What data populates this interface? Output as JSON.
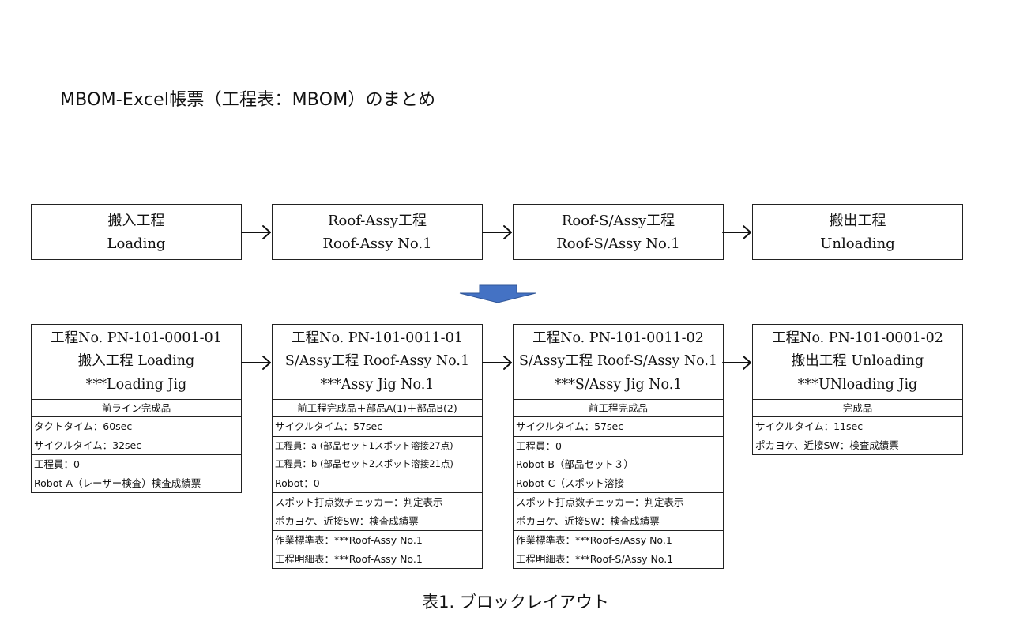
{
  "title": "MBOM-Excel帳票（工程表：MBOM）のまとめ",
  "caption": "表1. ブロックレイアウト",
  "colors": {
    "down_arrow": "#4472C4",
    "border": "#222222"
  },
  "process_flow": [
    {
      "line1": "搬入工程",
      "line2": "Loading"
    },
    {
      "line1": "Roof-Assy工程",
      "line2": "Roof-Assy No.1"
    },
    {
      "line1": "Roof-S/Assy工程",
      "line2": "Roof-S/Assy No.1"
    },
    {
      "line1": "搬出工程",
      "line2": "Unloading"
    }
  ],
  "process_details": [
    {
      "head": [
        "工程No. PN-101-0001-01",
        "搬入工程  Loading",
        "***Loading Jig"
      ],
      "input": "前ライン完成品",
      "groups": [
        [
          "タクトタイム：60sec",
          "サイクルタイム：32sec"
        ],
        [
          "工程員：0",
          "Robot-A（レーザー検査）検査成績票"
        ]
      ]
    },
    {
      "head": [
        "工程No. PN-101-0011-01",
        "S/Assy工程 Roof-Assy No.1",
        "***Assy Jig No.1"
      ],
      "input": "前工程完成品＋部品A(1)＋部品B(2)",
      "groups": [
        [
          "サイクルタイム：57sec"
        ],
        [
          "工程員：a (部品セット1スポット溶接27点)",
          "工程員：b (部品セット2スポット溶接21点)",
          "Robot：0"
        ],
        [
          "スポット打点数チェッカー：判定表示",
          "ポカヨケ、近接SW：検査成績票"
        ],
        [
          "作業標準表：***Roof-Assy No.1",
          "工程明細表：***Roof-Assy No.1"
        ]
      ]
    },
    {
      "head": [
        "工程No. PN-101-0011-02",
        "S/Assy工程 Roof-S/Assy No.1",
        "***S/Assy Jig No.1"
      ],
      "input": "前工程完成品",
      "groups": [
        [
          "サイクルタイム：57sec"
        ],
        [
          "工程員：0",
          "Robot-B（部品セット３）",
          "Robot-C（スポット溶接"
        ],
        [
          "スポット打点数チェッカー：判定表示",
          "ポカヨケ、近接SW：検査成績票"
        ],
        [
          "作業標準表：***Roof-s/Assy No.1",
          "工程明細表：***Roof-S/Assy No.1"
        ]
      ]
    },
    {
      "head": [
        "工程No. PN-101-0001-02",
        "搬出工程 Unloading",
        "***UNloading Jig"
      ],
      "input": "完成品",
      "groups": [
        [
          "サイクルタイム：11sec",
          "ポカヨケ、近接SW：検査成績票"
        ]
      ]
    }
  ]
}
